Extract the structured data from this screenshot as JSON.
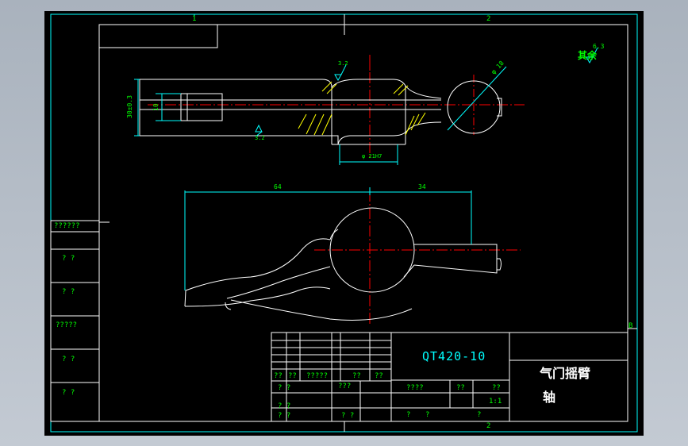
{
  "border_zones": {
    "top_1": "1",
    "top_2": "2",
    "bottom_2": "2",
    "right_b": "B"
  },
  "annotations": {
    "roughness_top": "3.2",
    "roughness_left": "3.2",
    "rest_roughness_label": "其余",
    "rest_roughness_value": "6.3",
    "dim_height": "30±0.3",
    "dim_inner": "10",
    "dim_diameter_circle": "φ 18",
    "dim_hole": "φ 21H7",
    "dim_length_left": "64",
    "dim_length_right": "34"
  },
  "left_panel": {
    "labels": [
      "??????",
      "? ?",
      "? ?",
      "?????",
      "? ?",
      "? ?"
    ]
  },
  "title_block": {
    "material": "QT420-10",
    "part_name_line1": "气门摇臂",
    "part_name_line2": "轴",
    "sign_row": [
      "??",
      "??",
      "?????",
      "??",
      "??"
    ],
    "row_a": [
      "? ?",
      "???"
    ],
    "row_b": [
      "? ?"
    ],
    "row_c": [
      "? ?",
      "? ?"
    ],
    "weight_row": [
      "????",
      "??",
      "??"
    ],
    "scale_value": "1:1",
    "bottom_row": [
      "?",
      "?",
      "?"
    ]
  },
  "colors": {
    "frame": "#00ffff",
    "line": "#ffffff",
    "center": "#ff0000",
    "dim": "#00ffff",
    "hatch": "#ffff00",
    "text": "#00ff00"
  }
}
